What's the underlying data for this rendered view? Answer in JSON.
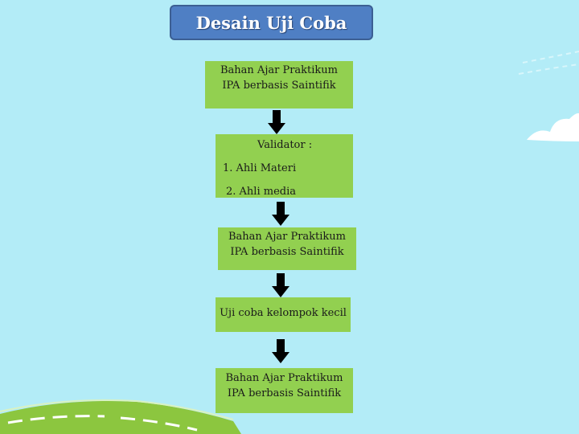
{
  "title": "Desain Uji Coba",
  "colors": {
    "sky": "#b3ecf7",
    "title_box": "#4f7fc4",
    "box_fill": "#92d050",
    "arrow": "#000000",
    "grass": "#8cc63f"
  },
  "flow": {
    "step1": {
      "line1": "Bahan Ajar Praktikum",
      "line2": "IPA berbasis Saintifik"
    },
    "validator": {
      "heading": "Validator :",
      "item1": "1.  Ahli Materi",
      "item2": "2. Ahli media"
    },
    "step3": {
      "line1": "Bahan Ajar Praktikum",
      "line2": "IPA berbasis Saintifik"
    },
    "step4": {
      "label": "Uji coba kelompok kecil"
    },
    "step5": {
      "line1": "Bahan Ajar Praktikum",
      "line2": "IPA berbasis Saintifik"
    }
  },
  "decorations": [
    "cloud-icon",
    "grass-hill"
  ]
}
